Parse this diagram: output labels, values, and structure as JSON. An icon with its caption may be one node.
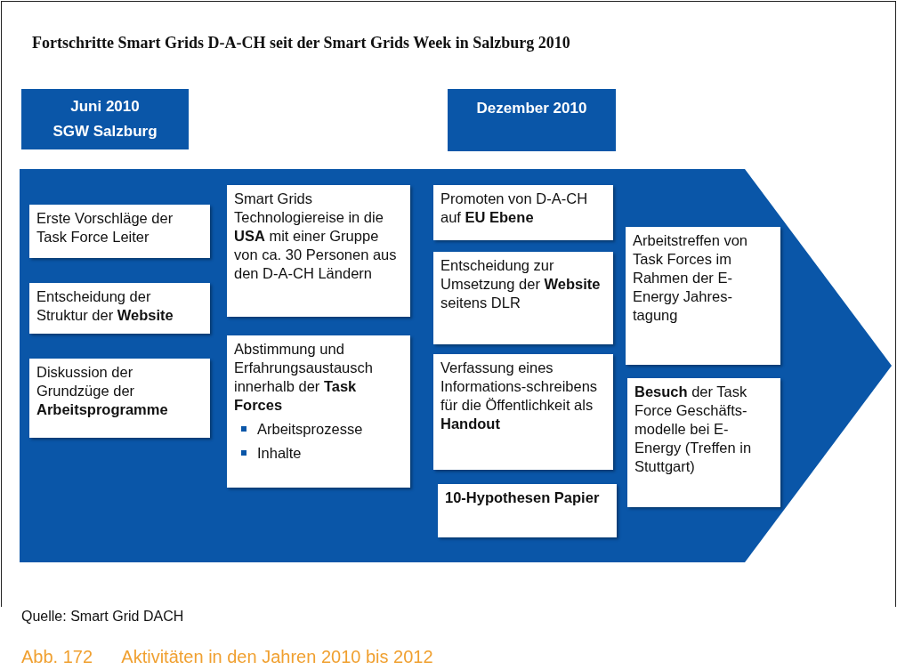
{
  "diagram": {
    "title": "Fortschritte Smart Grids D-A-CH seit der Smart Grids Week in Salzburg 2010",
    "caption": "Abb. 172      Aktivitäten in den Jahren 2010 bis 2012",
    "nodes": [
      {
        "text": [
          "Juni 2010",
          "SGW  Salzburg"
        ]
      },
      {
        "text": [
          "Dezember 2010"
        ]
      },
      {
        "text": [],
        "shape": "arrow"
      },
      {
        "text": [
          "Erste Vorschläge der Task Force Leiter"
        ],
        "in": 2
      },
      {
        "text": [
          "Entscheidung der Struktur der **Website**"
        ],
        "in": 2
      },
      {
        "text": [
          "Diskussion der Grundzüge der **Arbeitsprogramme**"
        ],
        "in": 2
      },
      {
        "text": [
          "Smart Grids Technologiereise in die **USA**  mit einer Gruppe von ca. 30 Personen aus den D-A-CH Ländern"
        ],
        "in": 2
      },
      {
        "text": [
          "Abstimmung und Erfahrungsaustausch innerhalb der **Task Forces**",
          "Arbeitsprozesse",
          "Inhalte"
        ],
        "in": 2
      },
      {
        "text": [
          "Promoten von D-A-CH auf **EU Ebene**"
        ],
        "in": 2
      },
      {
        "text": [
          "Entscheidung zur Umsetzung der **Website** seitens DLR"
        ],
        "in": 2
      },
      {
        "text": [
          "Verfassung eines Informations-schreibens für die Öffentlichkeit als **Handout**"
        ],
        "in": 2
      },
      {
        "text": [
          "10-Hypothesen Papier"
        ],
        "in": 2
      },
      {
        "text": [
          "Arbeitstreffen von Task Forces im Rahmen der E-Energy Jahres-tagung"
        ],
        "in": 2
      },
      {
        "text": [
          "**Besuch** der Task Force Geschäfts-modelle bei E-Energy (Treffen in Stuttgart)"
        ],
        "in": 2
      }
    ],
    "labels": [
      "Quelle: Smart Grid DACH"
    ]
  }
}
